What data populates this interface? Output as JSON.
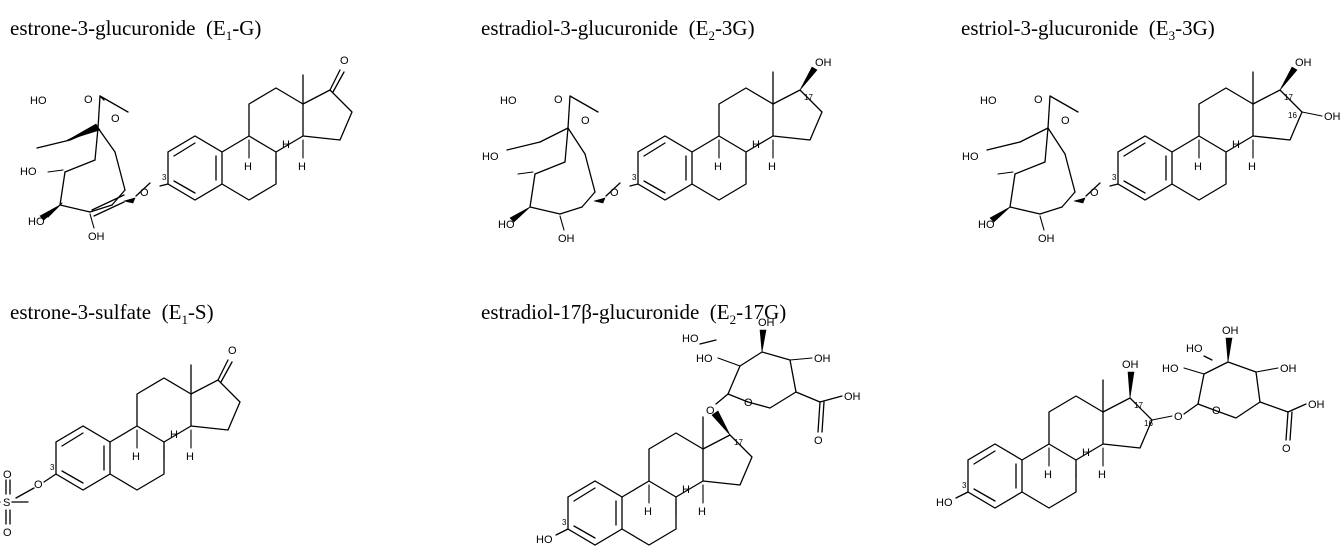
{
  "compounds": [
    {
      "name": "estrone-3-glucuronide",
      "abbr_pre": "(E",
      "abbr_sub": "1",
      "abbr_post": "-G)"
    },
    {
      "name": "estradiol-3-glucuronide",
      "abbr_pre": "(E",
      "abbr_sub": "2",
      "abbr_post": "-3G)"
    },
    {
      "name": "estriol-3-glucuronide",
      "abbr_pre": "(E",
      "abbr_sub": "3",
      "abbr_post": "-3G)"
    },
    {
      "name": "estrone-3-sulfate",
      "abbr_pre": "(E",
      "abbr_sub": "1",
      "abbr_post": "-S)"
    },
    {
      "name": "estradiol-17β-glucuronide",
      "abbr_pre": "(E",
      "abbr_sub": "2",
      "abbr_post": "-17G)"
    }
  ],
  "atom_labels": {
    "oh": "OH",
    "ho": "HO",
    "o": "O",
    "h": "H",
    "s": "S",
    "n3": "3",
    "n16": "16",
    "n17": "17"
  }
}
